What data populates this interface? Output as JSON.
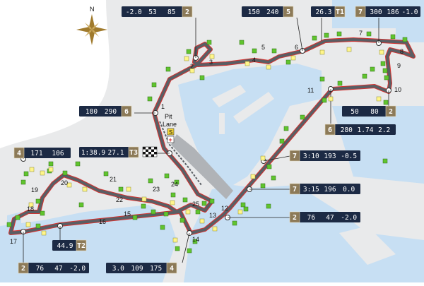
{
  "colors": {
    "water": "#c7dff3",
    "land": "#e9eaeb",
    "road": "#5a5e64",
    "track_edge": "#d8322f",
    "gear_bg": "#8c7a58",
    "gear_panel_bg": "#1c2a44",
    "green_marker": "#60c42e",
    "yellow_marker": "#fff58a"
  },
  "compass": {
    "north_label": "N",
    "icon": "compass-rose-icon"
  },
  "pit": {
    "label_line1": "Pit",
    "label_line2": "Lane",
    "speed_sign": "S",
    "cross_sign": "+"
  },
  "corners": [
    {
      "id": "1",
      "label": "1"
    },
    {
      "id": "2",
      "label": "2"
    },
    {
      "id": "3",
      "label": "3"
    },
    {
      "id": "4",
      "label": "4"
    },
    {
      "id": "5",
      "label": "5"
    },
    {
      "id": "6",
      "label": "6"
    },
    {
      "id": "7",
      "label": "7"
    },
    {
      "id": "8",
      "label": "8"
    },
    {
      "id": "9",
      "label": "9"
    },
    {
      "id": "10",
      "label": "10"
    },
    {
      "id": "11",
      "label": "11"
    },
    {
      "id": "12",
      "label": "12"
    },
    {
      "id": "13",
      "label": "13"
    },
    {
      "id": "14",
      "label": "14"
    },
    {
      "id": "15",
      "label": "15"
    },
    {
      "id": "16",
      "label": "16"
    },
    {
      "id": "17",
      "label": "17"
    },
    {
      "id": "18",
      "label": "18"
    },
    {
      "id": "19",
      "label": "19"
    },
    {
      "id": "20",
      "label": "20"
    },
    {
      "id": "21",
      "label": "21"
    },
    {
      "id": "22",
      "label": "22"
    },
    {
      "id": "23",
      "label": "23"
    },
    {
      "id": "24",
      "label": "24"
    },
    {
      "id": "25",
      "label": "25"
    }
  ],
  "panels": [
    {
      "id": "turn2",
      "values": [
        "-2.0",
        "53",
        "85"
      ],
      "gear": "2"
    },
    {
      "id": "turn6",
      "values": [
        "150",
        "240"
      ],
      "gear": "5"
    },
    {
      "id": "sector1",
      "values": [
        "26.3"
      ],
      "gear": "T1"
    },
    {
      "id": "turn7",
      "gear": "7",
      "values": [
        "300",
        "186",
        "-1.0"
      ]
    },
    {
      "id": "turn1",
      "values": [
        "180",
        "290"
      ],
      "gear": "6"
    },
    {
      "id": "turn10",
      "values": [
        "50",
        "80"
      ],
      "gear": "2"
    },
    {
      "id": "turn11",
      "gear": "6",
      "values": [
        "280",
        "1.74",
        "2.2"
      ]
    },
    {
      "id": "turn19",
      "gear": "4",
      "values": [
        "171",
        "106"
      ]
    },
    {
      "id": "finish",
      "values": [
        "1:38.9",
        "27.1"
      ],
      "gear": "T3"
    },
    {
      "id": "speedtrap1",
      "gear": "7",
      "values": [
        "3:10",
        "193",
        "-0.5"
      ]
    },
    {
      "id": "speedtrap2",
      "gear": "7",
      "values": [
        "3:15",
        "196",
        "0.0"
      ]
    },
    {
      "id": "turn13",
      "gear": "2",
      "values": [
        "76",
        "47",
        "-2.0"
      ]
    },
    {
      "id": "sector2",
      "values": [
        "44.9"
      ],
      "gear": "T2"
    },
    {
      "id": "turn17",
      "gear": "2",
      "values": [
        "76",
        "47",
        "-2.0"
      ]
    },
    {
      "id": "turn14",
      "values": [
        "3.0",
        "109",
        "175"
      ],
      "gear": "4"
    }
  ]
}
